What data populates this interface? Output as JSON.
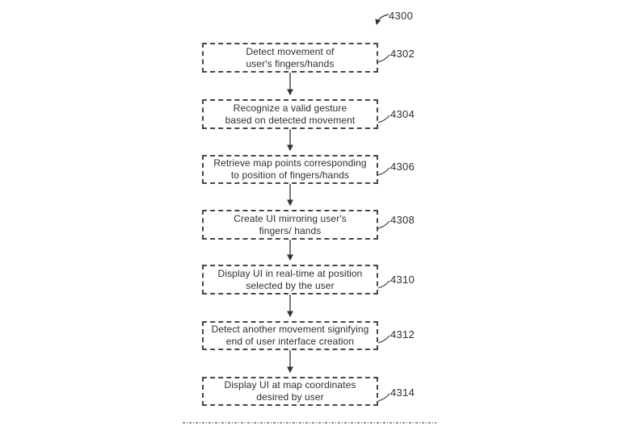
{
  "figure": {
    "reference_label": "4300",
    "colors": {
      "background": "#ffffff",
      "line": "#3a3a3a",
      "text": "#2e2e2e",
      "separator": "#8f8f8f"
    },
    "steps": [
      {
        "ref": "4302",
        "text": "Detect movement of\nuser's fingers/hands"
      },
      {
        "ref": "4304",
        "text": "Recognize a valid gesture\nbased on detected movement"
      },
      {
        "ref": "4306",
        "text": "Retrieve map points corresponding\nto position of fingers/hands"
      },
      {
        "ref": "4308",
        "text": "Create UI mirroring user's\nfingers/ hands"
      },
      {
        "ref": "4310",
        "text": "Display UI in real-time at position\nselected by the user"
      },
      {
        "ref": "4312",
        "text": "Detect another movement signifying\nend of user interface creation"
      },
      {
        "ref": "4314",
        "text": "Display UI at map coordinates\ndesired by user"
      }
    ]
  }
}
